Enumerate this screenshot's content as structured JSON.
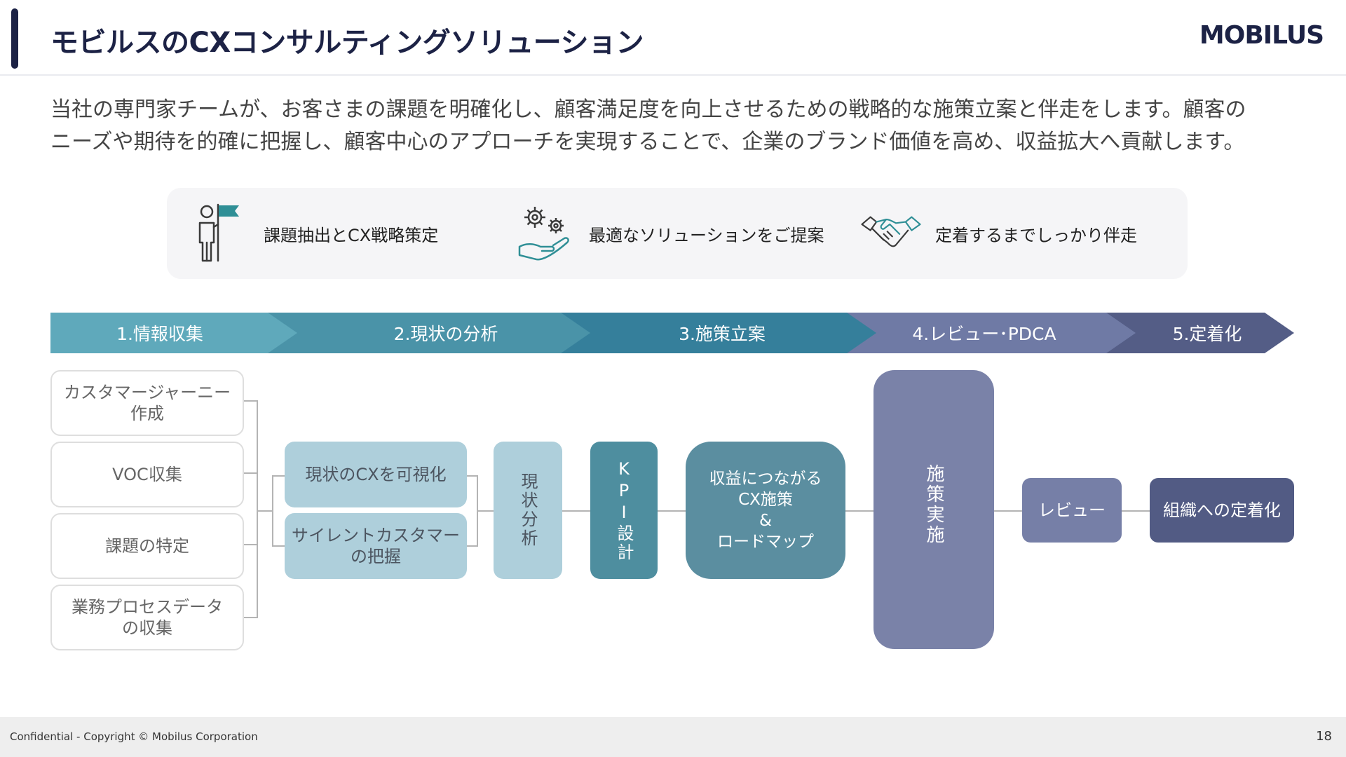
{
  "header": {
    "title": "モビルスのCXコンサルティングソリューション",
    "logo": "MOBILUS"
  },
  "intro": {
    "line1": "当社の専門家チームが、お客さまの課題を明確化し、顧客満足度を向上させるための戦略的な施策立案と伴走をします。顧客の",
    "line2": "ニーズや期待を的確に把握し、顧客中心のアプローチを実現することで、企業のブランド価値を高め、収益拡大へ貢献します。"
  },
  "features": [
    {
      "label": "課題抽出とCX戦略策定",
      "icon": "person-flag-icon"
    },
    {
      "label": "最適なソリューションをご提案",
      "icon": "gears-hand-icon"
    },
    {
      "label": "定着するまでしっかり伴走",
      "icon": "handshake-icon"
    }
  ],
  "phases": [
    {
      "label": "1.情報収集",
      "color": "#5fa9bb"
    },
    {
      "label": "2.現状の分析",
      "color": "#4a93a8"
    },
    {
      "label": "3.施策立案",
      "color": "#357f9b"
    },
    {
      "label": "4.レビュー･PDCA",
      "color": "#6f7aa5"
    },
    {
      "label": "5.定着化",
      "color": "#545d86"
    }
  ],
  "flow": {
    "inputs": [
      {
        "line1": "カスタマージャーニー",
        "line2": "作成"
      },
      {
        "line1": "VOC収集",
        "line2": ""
      },
      {
        "line1": "課題の特定",
        "line2": ""
      },
      {
        "line1": "業務プロセスデータ",
        "line2": "の収集"
      }
    ],
    "analysis": [
      {
        "line1": "現状のCXを可視化",
        "line2": ""
      },
      {
        "line1": "サイレントカスタマー",
        "line2": "の把握"
      }
    ],
    "current_analysis": "現状分析",
    "kpi_design": "KPI設計",
    "revenue": {
      "line1": "収益につながる",
      "line2": "CX施策",
      "line3": "&",
      "line4": "ロードマップ"
    },
    "execution": "施策実施",
    "review": "レビュー",
    "adoption": "組織への定着化"
  },
  "footer": {
    "copyright": "Confidential - Copyright © Mobilus Corporation",
    "page": "18"
  }
}
